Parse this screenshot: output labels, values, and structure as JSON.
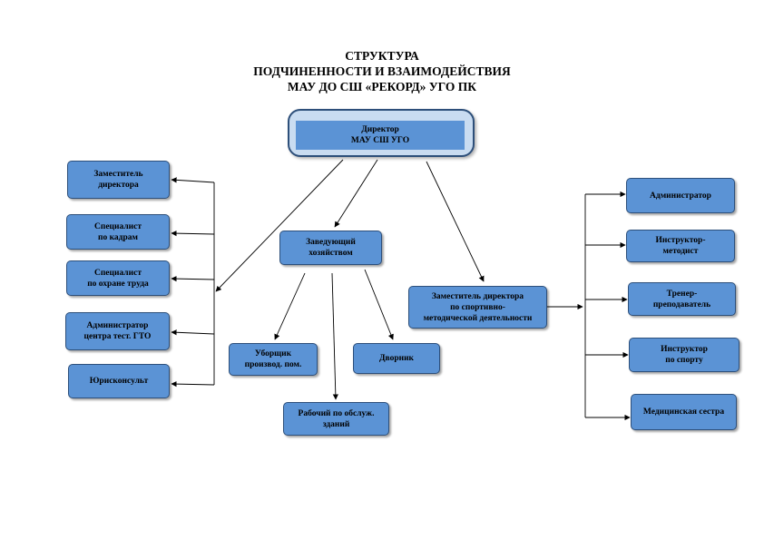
{
  "title": {
    "line1": "СТРУКТУРА",
    "line2": "ПОДЧИНЕННОСТИ И ВЗАИМОДЕЙСТВИЯ",
    "line3": "МАУ ДО СШ «РЕКОРД» УГО ПК"
  },
  "director": {
    "label": "Директор\nМАУ СШ УГО"
  },
  "left_column": [
    {
      "label": "Заместитель\nдиректора"
    },
    {
      "label": "Специалист\nпо кадрам"
    },
    {
      "label": "Специалист\nпо охране труда"
    },
    {
      "label": "Администратор\nцентра тест. ГТО"
    },
    {
      "label": "Юрисконсульт"
    }
  ],
  "household": {
    "head": {
      "label": "Заведующий\nхозяйством"
    },
    "staff": [
      {
        "label": "Уборщик\nпроизвод. пом."
      },
      {
        "label": "Рабочий по обслуж.\nзданий"
      },
      {
        "label": "Дворник"
      }
    ]
  },
  "sports_deputy": {
    "label": "Заместитель директора\nпо спортивно-\nметодической деятельности"
  },
  "right_column": [
    {
      "label": "Администратор"
    },
    {
      "label": "Инструктор-\nметодист"
    },
    {
      "label": "Тренер-\nпреподаватель"
    },
    {
      "label": "Инструктор\nпо спорту"
    },
    {
      "label": "Медицинская сестра"
    }
  ]
}
